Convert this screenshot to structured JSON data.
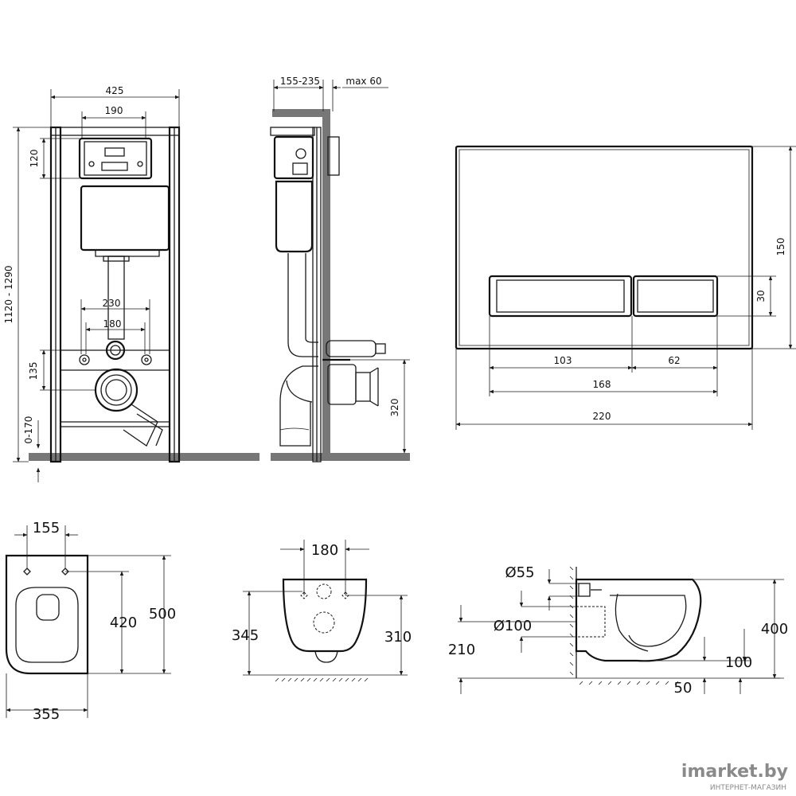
{
  "frame_front": {
    "width": "425",
    "panel_width": "190",
    "panel_height": "120",
    "total_height": "1120 - 1290",
    "stud_outer": "230",
    "stud_inner": "180",
    "outlet_height": "135",
    "leg_adjust": "0-170"
  },
  "frame_side": {
    "depth": "155-235",
    "panel_thickness": "max 60",
    "outlet_height": "320"
  },
  "flush_plate": {
    "height": "150",
    "button_height": "30",
    "button_left": "103",
    "button_right": "62",
    "buttons_total": "168",
    "width": "220"
  },
  "bowl_top": {
    "mount_spacing": "155",
    "mount_depth": "420",
    "length": "500",
    "width": "355"
  },
  "bowl_back": {
    "mount_spacing": "180",
    "height_left": "345",
    "height_right": "310"
  },
  "bowl_side": {
    "inlet_diameter": "Ø55",
    "outlet_diameter": "Ø100",
    "outlet_height": "210",
    "height": "400",
    "front_height": "100",
    "base_offset": "50"
  },
  "watermark": {
    "brand": "imarket.by",
    "tagline": "ИНТЕРНЕТ-МАГАЗИН"
  }
}
